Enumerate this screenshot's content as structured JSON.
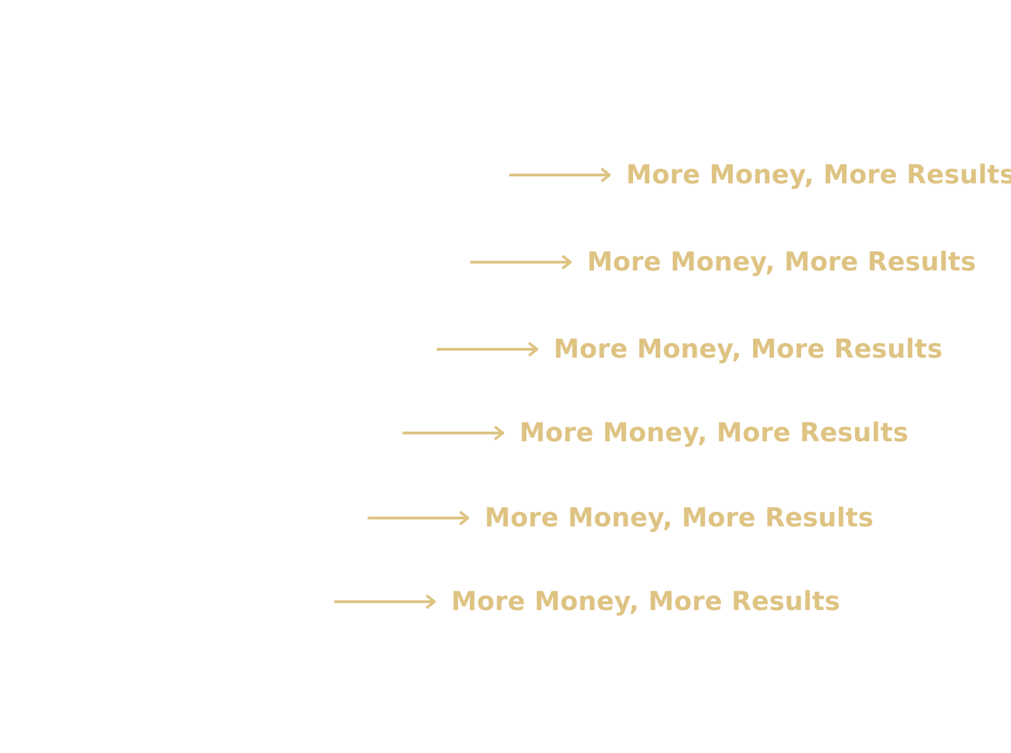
{
  "accent_color": "#dec383",
  "background_color": "#ffffff",
  "rows": [
    {
      "icon": "arrow-right-icon",
      "label": "More Money, More Results"
    },
    {
      "icon": "arrow-right-icon",
      "label": "More Money, More Results"
    },
    {
      "icon": "arrow-right-icon",
      "label": "More Money, More Results"
    },
    {
      "icon": "arrow-right-icon",
      "label": "More Money, More Results"
    },
    {
      "icon": "arrow-right-icon",
      "label": "More Money, More Results"
    },
    {
      "icon": "arrow-right-icon",
      "label": "More Money, More Results"
    }
  ]
}
